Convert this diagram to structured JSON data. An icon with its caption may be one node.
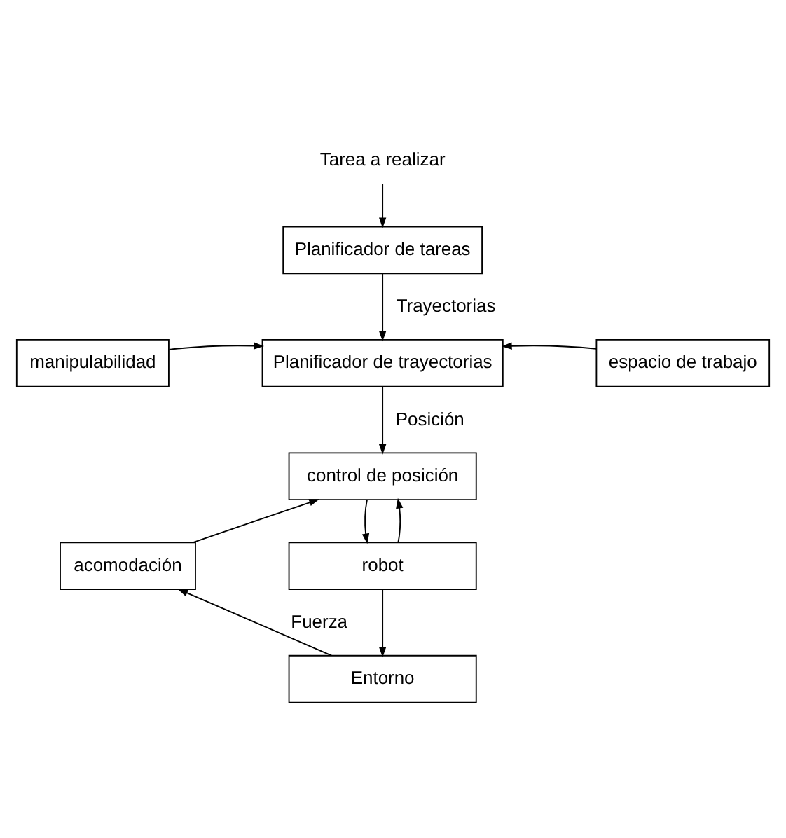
{
  "diagram": {
    "nodes": [
      {
        "text": [
          "Tarea a realizar"
        ]
      },
      {
        "text": [
          "Planificador de tareas"
        ]
      },
      {
        "text": [
          "manipulabilidad"
        ]
      },
      {
        "text": [
          "Planificador de trayectorias"
        ]
      },
      {
        "text": [
          "espacio de trabajo"
        ]
      },
      {
        "text": [
          "control de posición"
        ]
      },
      {
        "text": [
          "acomodación"
        ]
      },
      {
        "text": [
          "robot"
        ]
      },
      {
        "text": [
          "Entorno"
        ]
      }
    ],
    "edges": [
      {
        "from": 0,
        "to": 1,
        "arrow": "to"
      },
      {
        "from": 1,
        "to": 3,
        "arrow": "to",
        "label": "Trayectorias"
      },
      {
        "from": 2,
        "to": 3,
        "arrow": "to"
      },
      {
        "from": 4,
        "to": 3,
        "arrow": "to"
      },
      {
        "from": 3,
        "to": 5,
        "arrow": "to",
        "label": "Posición"
      },
      {
        "from": 5,
        "to": 7,
        "arrow": "to"
      },
      {
        "from": 7,
        "to": 5,
        "arrow": "to"
      },
      {
        "from": 7,
        "to": 8,
        "arrow": "to"
      },
      {
        "from": 8,
        "to": 6,
        "arrow": "to",
        "label": "Fuerza"
      },
      {
        "from": 6,
        "to": 5,
        "arrow": "to"
      }
    ]
  }
}
